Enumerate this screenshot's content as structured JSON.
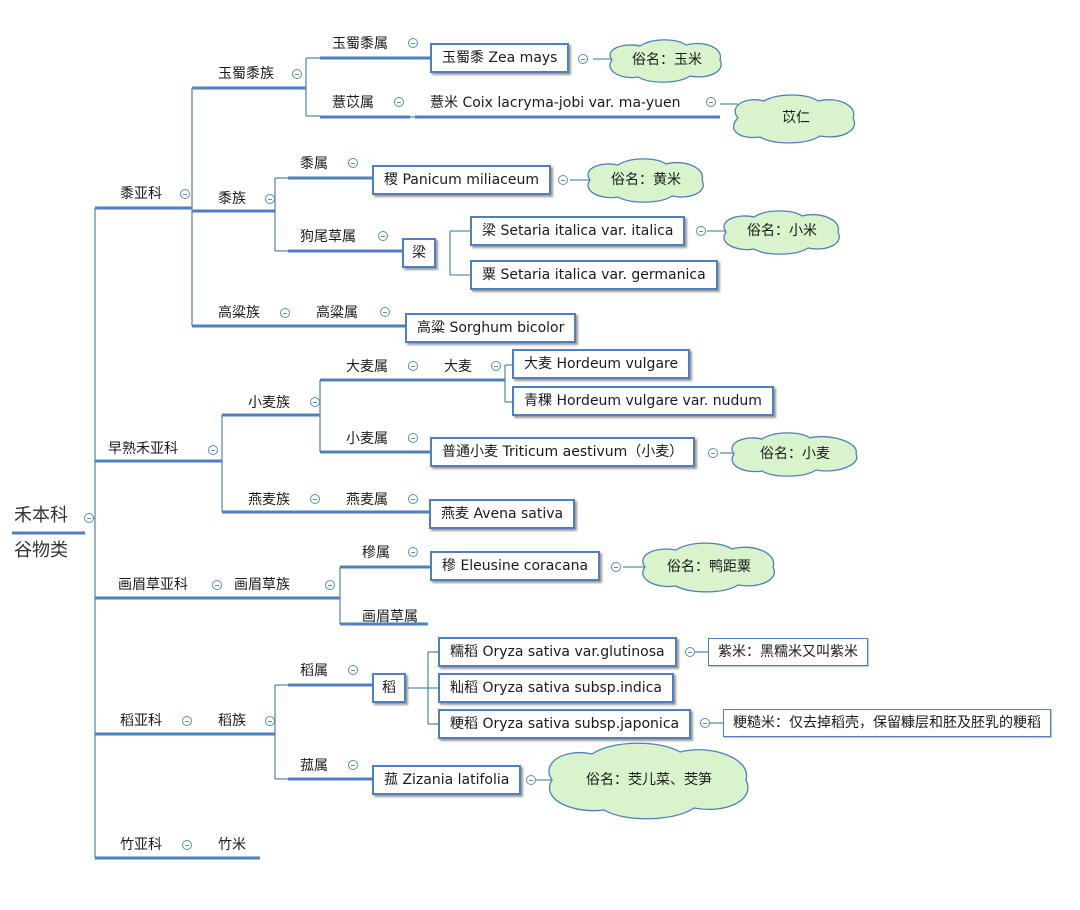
{
  "root": {
    "line1": "禾本科",
    "line2": "谷物类"
  },
  "subfamilies": {
    "panicoideae": "黍亚科",
    "pooideae": "早熟禾亚科",
    "chloridoideae": "画眉草亚科",
    "oryzoideae": "稻亚科",
    "bambusoideae": "竹亚科"
  },
  "tribes": {
    "maydeae": "玉蜀黍族",
    "paniceae": "黍族",
    "andropogoneae": "高粱族",
    "triticeae": "小麦族",
    "aveneae": "燕麦族",
    "eragrostideae": "画眉草族",
    "oryzeae": "稻族",
    "bamboo_rice": "竹米"
  },
  "genera": {
    "zea": "玉蜀黍属",
    "coix": "薏苡属",
    "panicum": "黍属",
    "setaria": "狗尾草属",
    "sorghum": "高粱属",
    "hordeum": "大麦属",
    "triticum": "小麦属",
    "avena": "燕麦属",
    "eleusine": "穇属",
    "eragrostis": "画眉草属",
    "oryza": "稻属",
    "zizania": "菰属"
  },
  "intermediate": {
    "liang": "梁",
    "barley": "大麦",
    "rice": "稻"
  },
  "species": {
    "zea_mays": "玉蜀黍 Zea mays",
    "coix": "薏米  Coix lacryma-jobi var. ma-yuen",
    "panicum": "稷 Panicum miliaceum",
    "setaria_italica": "梁 Setaria italica var. italica",
    "setaria_germanica": "粟 Setaria italica var. germanica",
    "sorghum": "高粱  Sorghum bicolor",
    "hordeum": "大麦 Hordeum vulgare",
    "hordeum_nudum": "青稞 Hordeum vulgare var. nudum",
    "triticum": "普通小麦 Triticum aestivum（小麦）",
    "avena": "燕麦 Avena sativa",
    "eleusine": "穇  Eleusine coracana",
    "oryza_glutinosa": "糯稻 Oryza sativa var.glutinosa",
    "oryza_indica": "籼稻 Oryza sativa subsp.indica",
    "oryza_japonica": "粳稻 Oryza sativa subsp.japonica",
    "zizania": "菰 Zizania latifolia"
  },
  "common_names": {
    "corn": "俗名：玉米",
    "coix": "苡仁",
    "panicum": "俗名：黄米",
    "setaria": "俗名：小米",
    "wheat": "俗名：小麦",
    "eleusine": "俗名：鸭距粟",
    "zizania": "俗名：茭儿菜、茭笋"
  },
  "notes": {
    "glutinosa": "紫米：黑糯米又叫紫米",
    "japonica": "粳糙米：仅去掉稻壳，保留糠层和胚及胚乳的粳稻"
  },
  "colors": {
    "connector": "#5a8fa8",
    "underline": "#4f7fbd",
    "box_border": "#4f7fbd",
    "cloud_fill": "#d9f4cc",
    "cloud_stroke": "#4f7fbd",
    "text": "#1a1a1a"
  }
}
